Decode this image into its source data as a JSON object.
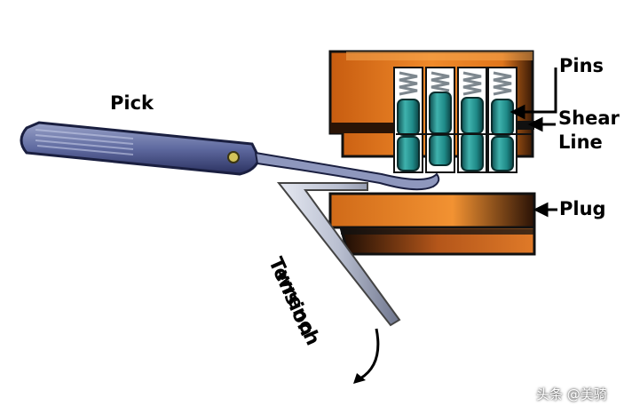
{
  "labels": {
    "pick": "Pick",
    "pins": "Pins",
    "shear": "Shear",
    "line": "Line",
    "plug": "Plug",
    "tension": "Tension",
    "wrench": "wrench"
  },
  "watermark": "头条 @美骑",
  "colors": {
    "lock_orange": "#e0761c",
    "lock_dark": "#2a1406",
    "pin_teal": "#1f8a88",
    "spring_gray": "#8f9aa0",
    "pick_steel": "#5f6aa0"
  }
}
